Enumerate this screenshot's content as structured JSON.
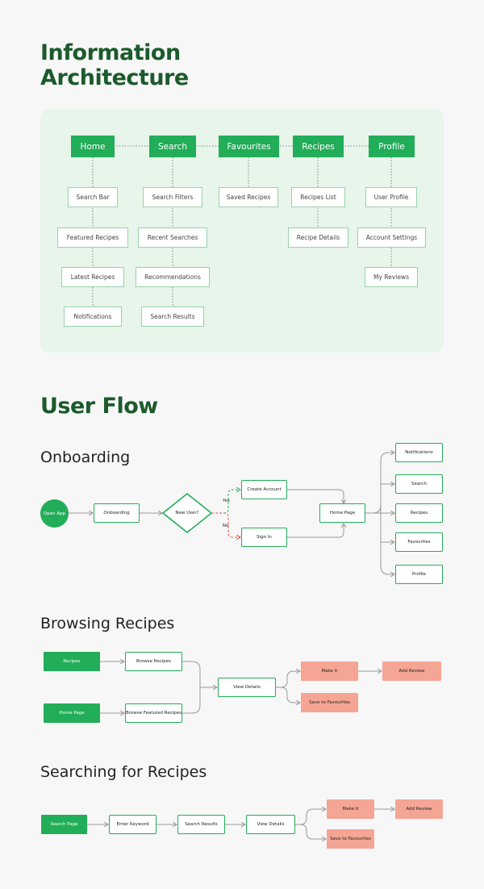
{
  "ia": {
    "title_line1": "Information",
    "title_line2": "Architecture",
    "columns": [
      {
        "label": "Home",
        "items": [
          "Search Bar",
          "Featured Recipes",
          "Latest Recipes",
          "Notifications"
        ]
      },
      {
        "label": "Search",
        "items": [
          "Search Filters",
          "Recent Searches",
          "Recommendations",
          "Search Results"
        ]
      },
      {
        "label": "Favourites",
        "items": [
          "Saved Recipes"
        ]
      },
      {
        "label": "Recipes",
        "items": [
          "Recipes List",
          "Recipe Details"
        ]
      },
      {
        "label": "Profile",
        "items": [
          "User Profile",
          "Account Settings",
          "My Reviews"
        ]
      }
    ]
  },
  "user_flow": {
    "title": "User Flow",
    "onboarding": {
      "title": "Onboarding",
      "open_app": "Open App",
      "onboarding": "Onboarding",
      "decision": "New User?",
      "yes": "Yes",
      "no": "No",
      "create_account": "Create Account",
      "sign_in": "Sign In",
      "home_page": "Home Page",
      "destinations": [
        "Notifications",
        "Search",
        "Recipes",
        "Favourites",
        "Profile"
      ]
    },
    "browsing": {
      "title": "Browsing Recipes",
      "recipes": "Recipes",
      "home_page": "Home Page",
      "browse_recipes": "Browse Recipes",
      "browse_featured": "Browse Featured Recipes",
      "view_details": "View Details",
      "make_it": "Make it",
      "add_review": "Add Review",
      "save_fav": "Save to Favourites"
    },
    "searching": {
      "title": "Searching for Recipes",
      "search_page": "Search Page",
      "enter_keyword": "Enter Keyword",
      "search_results": "Search Results",
      "view_details": "View Details",
      "make_it": "Make it",
      "add_review": "Add Review",
      "save_fav": "Save to Favourites"
    }
  },
  "colors": {
    "title_green": "#1c5a2c",
    "node_green": "#22ad58",
    "panel_bg": "#e7f5ea",
    "salmon": "#f4a594",
    "no_red": "#e0533a"
  }
}
